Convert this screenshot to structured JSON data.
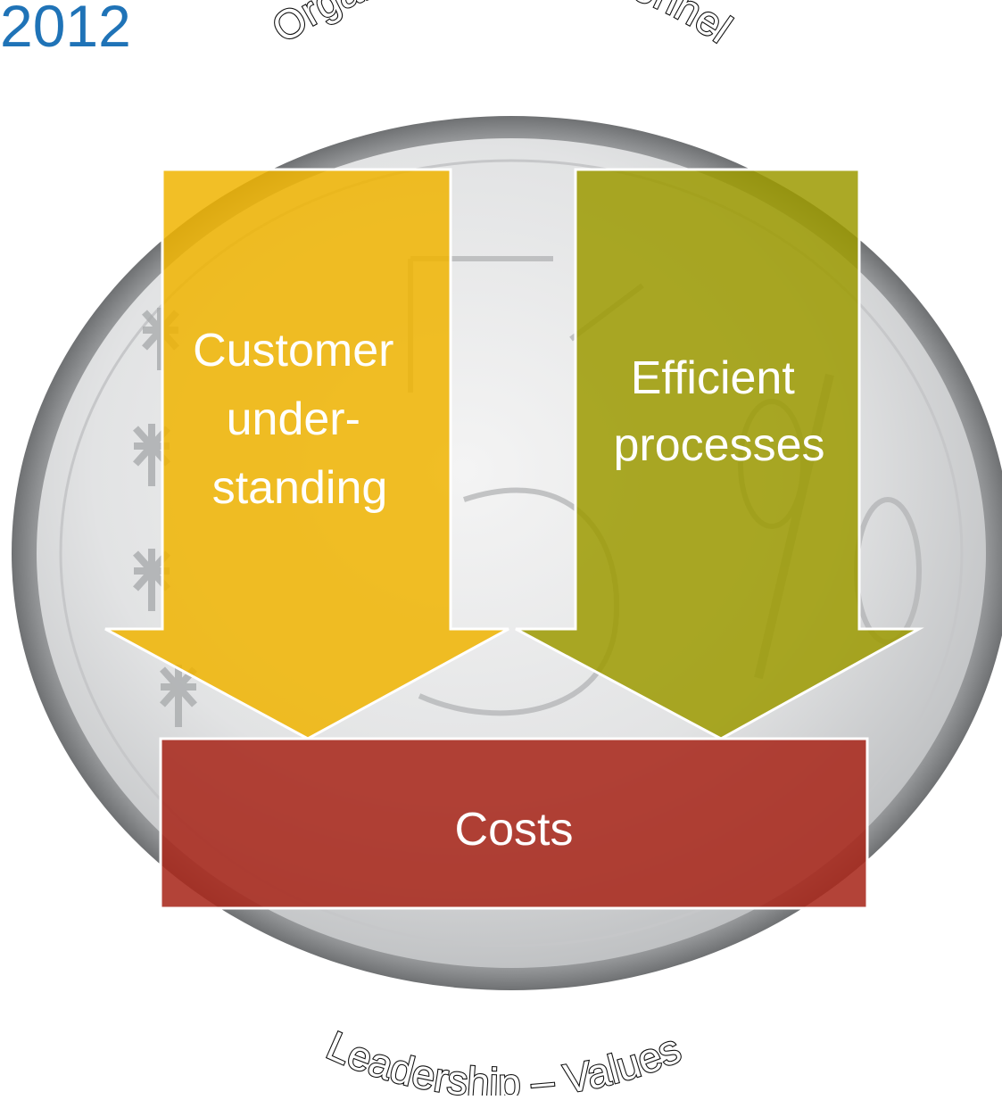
{
  "year": "2012",
  "arc_top": "Organization – Personnel",
  "arc_bottom": "Leadership – Values",
  "boxes": {
    "customer": [
      "Customer",
      "under-",
      "standing"
    ],
    "efficient": [
      "Efficient",
      "processes"
    ],
    "costs": "Costs"
  },
  "colors": {
    "year": "#1f73b7",
    "customer": "#f0b400",
    "efficient": "#9c9a00",
    "costs": "#a8291d",
    "coin": "#d9dadb"
  }
}
